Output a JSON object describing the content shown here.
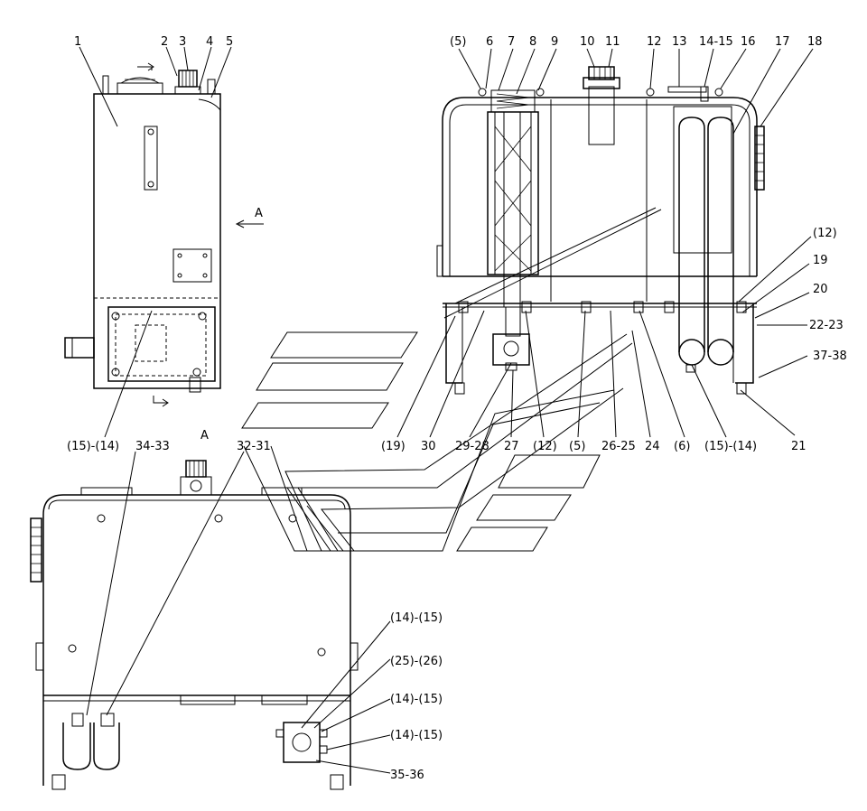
{
  "callouts": {
    "c1": "1",
    "c2": "2",
    "c3": "3",
    "c4": "4",
    "c5": "5",
    "c1514_left": "(15)-(14)",
    "cA_top": "A",
    "cA_left": "A",
    "r5a": "(5)",
    "r6": "6",
    "r7": "7",
    "r8": "8",
    "r9": "9",
    "r10": "10",
    "r11": "11",
    "r12": "12",
    "r13": "13",
    "r1415": "14-15",
    "r16": "16",
    "r17": "17",
    "r18": "18",
    "r12b": "(12)",
    "r19": "19",
    "r20": "20",
    "r2223": "22-23",
    "r3738": "37-38",
    "r21": "21",
    "b19": "(19)",
    "b30": "30",
    "b2928": "29-28",
    "b27": "27",
    "b12": "(12)",
    "b5": "(5)",
    "b2625": "26-25",
    "b24": "24",
    "b6": "(6)",
    "b1514": "(15)-(14)",
    "f3433": "34-33",
    "f3231": "32-31",
    "f1415a": "(14)-(15)",
    "f2526": "(25)-(26)",
    "f1415b": "(14)-(15)",
    "f1415c": "(14)-(15)",
    "f3536": "35-36"
  }
}
